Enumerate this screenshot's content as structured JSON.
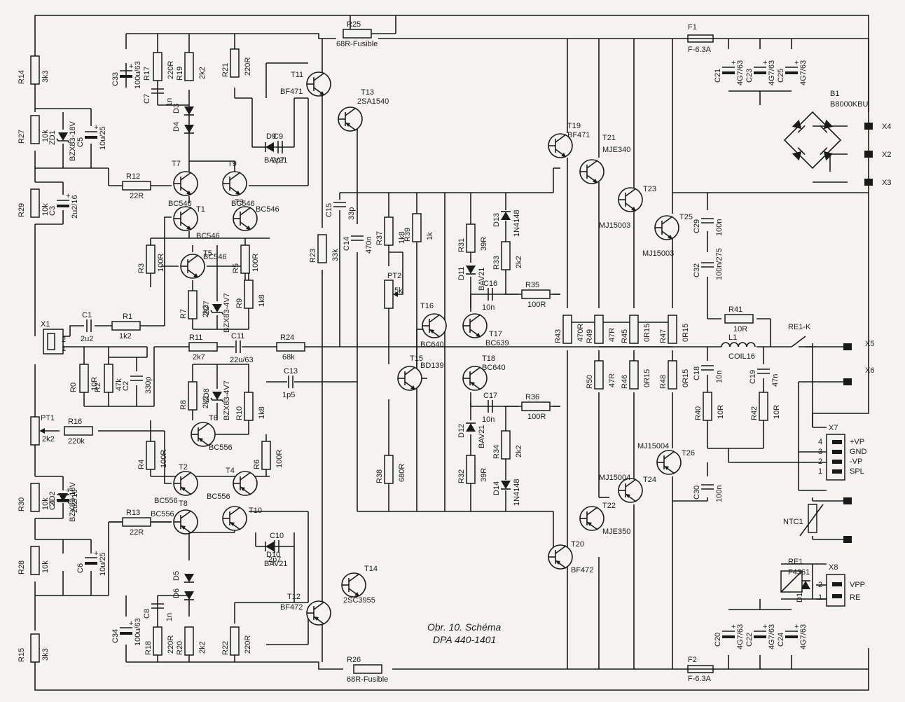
{
  "title": {
    "line1": "Obr. 10. Schéma",
    "line2": "DPA 440-1401"
  },
  "resistors": [
    {
      "ref": "R14",
      "value": "3k3"
    },
    {
      "ref": "R27",
      "value": "10k"
    },
    {
      "ref": "R29",
      "value": "10k"
    },
    {
      "ref": "R12",
      "value": "22R"
    },
    {
      "ref": "R3",
      "value": "100R"
    },
    {
      "ref": "R5",
      "value": "100R"
    },
    {
      "ref": "R7",
      "value": "2k2"
    },
    {
      "ref": "R9",
      "value": "1k8"
    },
    {
      "ref": "R1",
      "value": "1k2"
    },
    {
      "ref": "R11",
      "value": "2k7"
    },
    {
      "ref": "R24",
      "value": "68k"
    },
    {
      "ref": "R0",
      "value": "10R"
    },
    {
      "ref": "R2",
      "value": "47k"
    },
    {
      "ref": "R8",
      "value": "2k2"
    },
    {
      "ref": "R10",
      "value": "1k8"
    },
    {
      "ref": "R16",
      "value": "220k"
    },
    {
      "ref": "R4",
      "value": "100R"
    },
    {
      "ref": "R6",
      "value": "100R"
    },
    {
      "ref": "R30",
      "value": "10k"
    },
    {
      "ref": "R13",
      "value": "22R"
    },
    {
      "ref": "R28",
      "value": "10k"
    },
    {
      "ref": "R15",
      "value": "3k3"
    },
    {
      "ref": "R17",
      "value": "220R"
    },
    {
      "ref": "R19",
      "value": "2k2"
    },
    {
      "ref": "R21",
      "value": "220R"
    },
    {
      "ref": "R18",
      "value": "220R"
    },
    {
      "ref": "R20",
      "value": "2k2"
    },
    {
      "ref": "R22",
      "value": "220R"
    },
    {
      "ref": "R25",
      "value": "68R-Fusible"
    },
    {
      "ref": "R26",
      "value": "68R-Fusible"
    },
    {
      "ref": "R23",
      "value": "33k"
    },
    {
      "ref": "R37",
      "value": "1k8"
    },
    {
      "ref": "R39",
      "value": "1k"
    },
    {
      "ref": "R38",
      "value": "680R"
    },
    {
      "ref": "R31",
      "value": "39R"
    },
    {
      "ref": "R33",
      "value": "2k2"
    },
    {
      "ref": "R35",
      "value": "100R"
    },
    {
      "ref": "R36",
      "value": "100R"
    },
    {
      "ref": "R34",
      "value": "2k2"
    },
    {
      "ref": "R32",
      "value": "39R"
    },
    {
      "ref": "R43",
      "value": "470R"
    },
    {
      "ref": "R49",
      "value": "47R"
    },
    {
      "ref": "R45",
      "value": "0R15"
    },
    {
      "ref": "R47",
      "value": "0R15"
    },
    {
      "ref": "R50",
      "value": "47R"
    },
    {
      "ref": "R46",
      "value": "0R15"
    },
    {
      "ref": "R48",
      "value": "0R15"
    },
    {
      "ref": "R41",
      "value": "10R"
    },
    {
      "ref": "R40",
      "value": "10R"
    },
    {
      "ref": "R42",
      "value": "10R"
    }
  ],
  "capacitors": [
    {
      "ref": "C33",
      "value": "100u/63"
    },
    {
      "ref": "C7",
      "value": "1n"
    },
    {
      "ref": "C5",
      "value": "10u/25"
    },
    {
      "ref": "C3",
      "value": "2u2/16"
    },
    {
      "ref": "C9",
      "value": "2p7"
    },
    {
      "ref": "C1",
      "value": "2u2"
    },
    {
      "ref": "C11",
      "value": "22u/63"
    },
    {
      "ref": "C13",
      "value": "1p5"
    },
    {
      "ref": "C2",
      "value": "330p"
    },
    {
      "ref": "C4",
      "value": "2u2/16"
    },
    {
      "ref": "C6",
      "value": "10u/25"
    },
    {
      "ref": "C10",
      "value": "2p7"
    },
    {
      "ref": "C8",
      "value": "1n"
    },
    {
      "ref": "C34",
      "value": "100u/63"
    },
    {
      "ref": "C15",
      "value": "33p"
    },
    {
      "ref": "C14",
      "value": "470n"
    },
    {
      "ref": "C16",
      "value": "10n"
    },
    {
      "ref": "C17",
      "value": "10n"
    },
    {
      "ref": "C21",
      "value": "4G7/63"
    },
    {
      "ref": "C23",
      "value": "4G7/63"
    },
    {
      "ref": "C25",
      "value": "4G7/63"
    },
    {
      "ref": "C29",
      "value": "100n"
    },
    {
      "ref": "C32",
      "value": "100n/275"
    },
    {
      "ref": "C18",
      "value": "10n"
    },
    {
      "ref": "C19",
      "value": "47n"
    },
    {
      "ref": "C30",
      "value": "100n"
    },
    {
      "ref": "C20",
      "value": "4G7/63"
    },
    {
      "ref": "C22",
      "value": "4G7/63"
    },
    {
      "ref": "C24",
      "value": "4G7/63"
    }
  ],
  "transistors": [
    {
      "ref": "T7",
      "type": "BC546"
    },
    {
      "ref": "T9",
      "type": "BC546"
    },
    {
      "ref": "T1",
      "type": "BC546"
    },
    {
      "ref": "T3",
      "type": "BC546"
    },
    {
      "ref": "T5",
      "type": "BC546"
    },
    {
      "ref": "T6",
      "type": "BC556"
    },
    {
      "ref": "T2",
      "type": "BC556"
    },
    {
      "ref": "T4",
      "type": "BC556"
    },
    {
      "ref": "T8",
      "type": "BC556"
    },
    {
      "ref": "T10",
      "type": ""
    },
    {
      "ref": "T11",
      "type": "BF471"
    },
    {
      "ref": "T13",
      "type": "2SA1540"
    },
    {
      "ref": "T12",
      "type": "BF472"
    },
    {
      "ref": "T14",
      "type": "2SC3955"
    },
    {
      "ref": "T16",
      "type": "BC640"
    },
    {
      "ref": "T17",
      "type": "BC639"
    },
    {
      "ref": "T15",
      "type": "BD139"
    },
    {
      "ref": "T18",
      "type": "BC640"
    },
    {
      "ref": "T19",
      "type": "BF471"
    },
    {
      "ref": "T21",
      "type": "MJE340"
    },
    {
      "ref": "T23",
      "type": "MJ15003"
    },
    {
      "ref": "T25",
      "type": "MJ15003"
    },
    {
      "ref": "T26",
      "type": "MJ15004"
    },
    {
      "ref": "T24",
      "type": "MJ15004"
    },
    {
      "ref": "T22",
      "type": "MJE350"
    },
    {
      "ref": "T20",
      "type": "BF472"
    }
  ],
  "diodes": [
    {
      "ref": "D3",
      "type": ""
    },
    {
      "ref": "D4",
      "type": ""
    },
    {
      "ref": "D9",
      "type": "BAV21"
    },
    {
      "ref": "D10",
      "type": "BAV21"
    },
    {
      "ref": "D5",
      "type": ""
    },
    {
      "ref": "D6",
      "type": ""
    },
    {
      "ref": "ZD1",
      "type": "BZX83-18V"
    },
    {
      "ref": "ZD2",
      "type": "BZX83-18V"
    },
    {
      "ref": "ZD7",
      "type": "BZX83-4V7"
    },
    {
      "ref": "ZD8",
      "type": "BZX83-4V7"
    },
    {
      "ref": "D13",
      "type": "1N4148"
    },
    {
      "ref": "D11",
      "type": "BAV21"
    },
    {
      "ref": "D12",
      "type": "BAV21"
    },
    {
      "ref": "D14",
      "type": "1N4148"
    },
    {
      "ref": "D15",
      "type": ""
    }
  ],
  "misc": {
    "pt1": "PT1",
    "pt1_val": "2k2",
    "pt2": "PT2",
    "pt2_val": "5k",
    "f1": "F1",
    "f1_val": "F-6.3A",
    "f2": "F2",
    "f2_val": "F-6.3A",
    "b1": "B1",
    "b1_val": "B8000KBU",
    "l1": "L1",
    "l1_val": "COIL16",
    "re1k": "RE1-K",
    "re1": "RE1",
    "re1_val": "F4361",
    "ntc": "NTC1",
    "x1": "X1",
    "x1_p1": "1",
    "x1_p2": "2",
    "x4": "X4",
    "x2": "X2",
    "x3": "X3",
    "x5": "X5",
    "x6": "X6",
    "x7": "X7",
    "x8": "X8",
    "x7_pins": [
      "4",
      "3",
      "2",
      "1"
    ],
    "x7_labels": [
      "+VP",
      "GND",
      "-VP",
      "SPL"
    ],
    "x8_pins": [
      "2",
      "1"
    ],
    "x8_labels": [
      "VPP",
      "RE"
    ]
  }
}
